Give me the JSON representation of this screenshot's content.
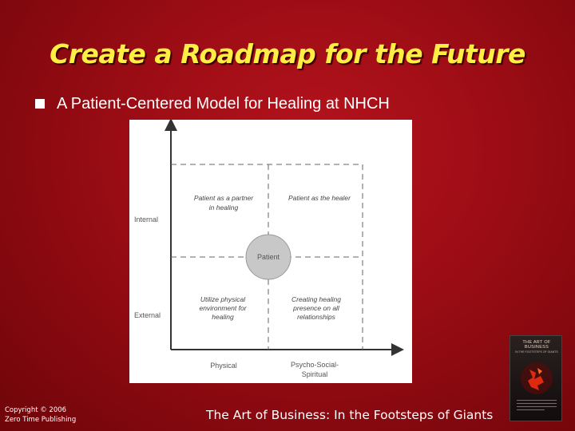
{
  "slide": {
    "title": "Create a Roadmap for the Future",
    "bullet": "A Patient-Centered Model for Healing at NHCH"
  },
  "diagram": {
    "y_axis_labels": [
      "Internal",
      "External"
    ],
    "x_axis_labels": [
      "Physical",
      "Psycho-Social-Spiritual"
    ],
    "center": "Patient",
    "quadrants": {
      "top_left": [
        "Patient as a partner",
        "in healing"
      ],
      "top_right": [
        "Patient as the healer"
      ],
      "bottom_left": [
        "Utilize physical",
        "environment for",
        "healing"
      ],
      "bottom_right": [
        "Creating healing",
        "presence on all",
        "relationships"
      ]
    }
  },
  "footer": {
    "copyright_line1": "Copyright © 2006",
    "copyright_line2": "Zero Time Publishing",
    "book_title": "The Art of Business: In the Footsteps of Giants"
  },
  "book_cover": {
    "title": "THE ART OF BUSINESS",
    "subtitle": "IN THE FOOTSTEPS OF GIANTS"
  },
  "colors": {
    "background": "#9a0c14",
    "title": "#ffee44",
    "text": "#ffffff",
    "patient_circle": "#c8c8c8"
  },
  "icons": [
    "bullet-square-icon",
    "book-cover-image"
  ]
}
